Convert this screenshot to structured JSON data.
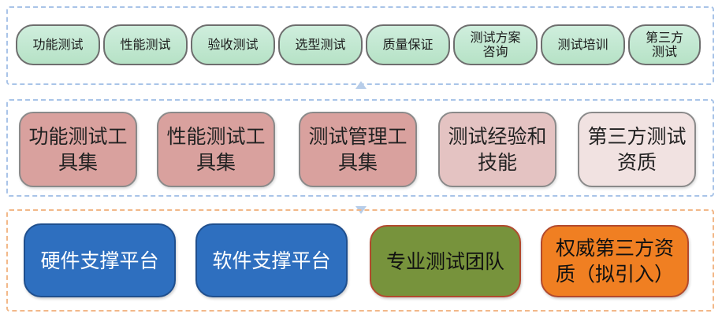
{
  "services": [
    {
      "label": "功能测试"
    },
    {
      "label": "性能测试"
    },
    {
      "label": "验收测试"
    },
    {
      "label": "选型测试"
    },
    {
      "label": "质量保证"
    },
    {
      "label": "测试方案咨询"
    },
    {
      "label": "测试培训"
    },
    {
      "label": "第三方测试"
    }
  ],
  "capabilities": [
    {
      "label": "功能测试工具集"
    },
    {
      "label": "性能测试工具集"
    },
    {
      "label": "测试管理工具集"
    },
    {
      "label": "测试经验和技能"
    },
    {
      "label": "第三方测试资质"
    }
  ],
  "foundations": [
    {
      "label": "硬件支撑平台"
    },
    {
      "label": "软件支撑平台"
    },
    {
      "label": "专业测试团队"
    },
    {
      "label": "权威第三方资质（拟引入）"
    }
  ],
  "colors": {
    "service_fill": "#c3e8d1",
    "capability_fill_1": "#d9a19e",
    "capability_fill_2": "#e4c3c2",
    "capability_fill_3": "#f1e2e1",
    "foundation_blue": "#2e6fbf",
    "foundation_green": "#77933c",
    "foundation_orange": "#f07f22"
  }
}
